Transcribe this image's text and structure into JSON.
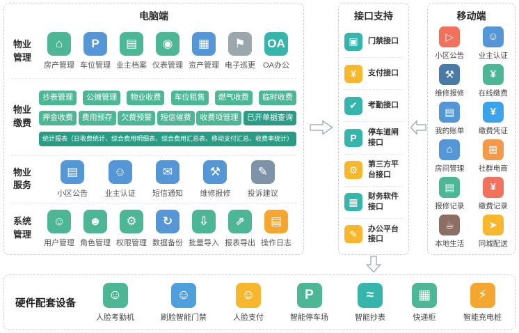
{
  "computer_panel": {
    "title": "电脑端",
    "management": {
      "label": "物业管理",
      "items": [
        {
          "label": "房产管理",
          "glyph": "⌂",
          "icon_name": "house-icon",
          "color": "#4db795"
        },
        {
          "label": "车位管理",
          "glyph": "P",
          "icon_name": "parking-icon",
          "color": "#5496d6"
        },
        {
          "label": "业主档案",
          "glyph": "▤",
          "icon_name": "owner-archive-icon",
          "color": "#4db795"
        },
        {
          "label": "仪表管理",
          "glyph": "◉",
          "icon_name": "gauge-icon",
          "color": "#4db795"
        },
        {
          "label": "资产管理",
          "glyph": "▦",
          "icon_name": "asset-icon",
          "color": "#5496d6"
        },
        {
          "label": "电子巡更",
          "glyph": "⚑",
          "icon_name": "patrol-flag-icon",
          "color": "#9aa7ad"
        },
        {
          "label": "OA办公",
          "glyph": "OA",
          "icon_name": "oa-office-icon",
          "color": "#35b5ac"
        }
      ]
    },
    "payment": {
      "label": "物业缴费",
      "row1": [
        {
          "label": "抄表管理",
          "color": "#4db795"
        },
        {
          "label": "公摊管理",
          "color": "#4db795"
        },
        {
          "label": "物业收费",
          "color": "#4db795"
        },
        {
          "label": "车位租售",
          "color": "#4db795"
        },
        {
          "label": "燃气收费",
          "color": "#4db795"
        },
        {
          "label": "临时收费",
          "color": "#4db795"
        }
      ],
      "row2": [
        {
          "label": "押金收费",
          "color": "#4db795"
        },
        {
          "label": "费用预存",
          "color": "#4db795"
        },
        {
          "label": "欠费预警",
          "color": "#4db795"
        },
        {
          "label": "短信催费",
          "color": "#4db795"
        },
        {
          "label": "收费项管理",
          "color": "#4db795"
        },
        {
          "label": "已开单据查询",
          "color": "#2a9c86"
        }
      ],
      "stat": {
        "label": "统计报表（日收费统计、综合费用明细表、综合费用汇总表、移动支付汇总、收费率统计）",
        "color": "#2a9c86"
      }
    },
    "service": {
      "label": "物业服务",
      "items": [
        {
          "label": "小区公告",
          "glyph": "▤",
          "icon_name": "announcement-icon",
          "color": "#5496d6"
        },
        {
          "label": "业主认证",
          "glyph": "☺",
          "icon_name": "owner-verify-icon",
          "color": "#5496d6"
        },
        {
          "label": "短信通知",
          "glyph": "✉",
          "icon_name": "sms-icon",
          "color": "#5496d6"
        },
        {
          "label": "维修报修",
          "glyph": "⚒",
          "icon_name": "repair-tools-icon",
          "color": "#5496d6"
        },
        {
          "label": "投诉建议",
          "glyph": "✎",
          "icon_name": "feedback-icon",
          "color": "#7f93a8"
        }
      ]
    },
    "system": {
      "label": "系统管理",
      "items": [
        {
          "label": "用户管理",
          "glyph": "☺",
          "icon_name": "user-icon",
          "color": "#4db795"
        },
        {
          "label": "角色管理",
          "glyph": "☻",
          "icon_name": "role-icon",
          "color": "#4db795"
        },
        {
          "label": "权限管理",
          "glyph": "⚙",
          "icon_name": "permission-icon",
          "color": "#4db795"
        },
        {
          "label": "数据备份",
          "glyph": "↻",
          "icon_name": "backup-icon",
          "color": "#5496d6"
        },
        {
          "label": "批量导入",
          "glyph": "⇩",
          "icon_name": "import-icon",
          "color": "#4db795"
        },
        {
          "label": "报表导出",
          "glyph": "⇗",
          "icon_name": "export-icon",
          "color": "#4db795"
        },
        {
          "label": "操作日志",
          "glyph": "▤",
          "icon_name": "log-icon",
          "color": "#f5a62f"
        }
      ]
    }
  },
  "interface_panel": {
    "title": "接口支持",
    "items": [
      {
        "label": "门禁接口",
        "glyph": "▣",
        "icon_name": "door-access-icon",
        "color": "#35b5ac"
      },
      {
        "label": "支付接口",
        "glyph": "¥",
        "icon_name": "payment-interface-icon",
        "color": "#f8b62d"
      },
      {
        "label": "考勤接口",
        "glyph": "✔",
        "icon_name": "attendance-icon",
        "color": "#35b5ac"
      },
      {
        "label": "停车道闸接口",
        "glyph": "P",
        "icon_name": "parking-gate-icon",
        "color": "#35b5ac"
      },
      {
        "label": "第三方平台接口",
        "glyph": "⚙",
        "icon_name": "third-party-platform-icon",
        "color": "#f8b62d"
      },
      {
        "label": "财务软件接口",
        "glyph": "▦",
        "icon_name": "finance-software-icon",
        "color": "#35b5ac"
      },
      {
        "label": "办公平台接口",
        "glyph": "✎",
        "icon_name": "office-platform-icon",
        "color": "#f8b62d"
      }
    ]
  },
  "mobile_panel": {
    "title": "移动端",
    "items": [
      {
        "label": "小区公告",
        "glyph": "▷",
        "icon_name": "announcement-horn-icon",
        "color": "#f1715c"
      },
      {
        "label": "业主认证",
        "glyph": "☺",
        "icon_name": "owner-verify-icon",
        "color": "#5496d6"
      },
      {
        "label": "维修报修",
        "glyph": "⚒",
        "icon_name": "repair-tools-icon",
        "color": "#4a7aa8"
      },
      {
        "label": "在线缴费",
        "glyph": "¥",
        "icon_name": "online-payment-icon",
        "color": "#4db795"
      },
      {
        "label": "我的账单",
        "glyph": "▤",
        "icon_name": "my-bill-icon",
        "color": "#5496d6"
      },
      {
        "label": "缴费凭证",
        "glyph": "¥",
        "icon_name": "payment-receipt-icon",
        "color": "#3aa3e9"
      },
      {
        "label": "房间管理",
        "glyph": "⌂",
        "icon_name": "room-management-icon",
        "color": "#5496d6"
      },
      {
        "label": "社群电商",
        "glyph": "⊞",
        "icon_name": "shopping-cart-icon",
        "color": "#f2994a"
      },
      {
        "label": "报修记录",
        "glyph": "▤",
        "icon_name": "repair-record-icon",
        "color": "#4db795"
      },
      {
        "label": "缴费记录",
        "glyph": "¥",
        "icon_name": "payment-record-icon",
        "color": "#f1715c"
      },
      {
        "label": "本地生活",
        "glyph": "☕",
        "icon_name": "local-life-icon",
        "color": "#8d6e63"
      },
      {
        "label": "同城配送",
        "glyph": "➤",
        "icon_name": "delivery-truck-icon",
        "color": "#f8b62d"
      }
    ]
  },
  "hardware_panel": {
    "title": "硬件配套设备",
    "items": [
      {
        "label": "人脸考勤机",
        "glyph": "☺",
        "icon_name": "face-attendance-icon",
        "color": "#4db795"
      },
      {
        "label": "刷脸智能门禁",
        "glyph": "☺",
        "icon_name": "face-access-icon",
        "color": "#4e9fdb"
      },
      {
        "label": "人脸支付",
        "glyph": "☺",
        "icon_name": "face-payment-icon",
        "color": "#f8b62d"
      },
      {
        "label": "智能停车场",
        "glyph": "P",
        "icon_name": "smart-parking-icon",
        "color": "#4db795"
      },
      {
        "label": "智能抄表",
        "glyph": "≈",
        "icon_name": "smart-meter-icon",
        "color": "#35b5ac"
      },
      {
        "label": "快递柜",
        "glyph": "▦",
        "icon_name": "parcel-locker-icon",
        "color": "#4db795"
      },
      {
        "label": "智能充电桩",
        "glyph": "⚡",
        "icon_name": "charging-pile-icon",
        "color": "#f5a62f"
      }
    ]
  }
}
